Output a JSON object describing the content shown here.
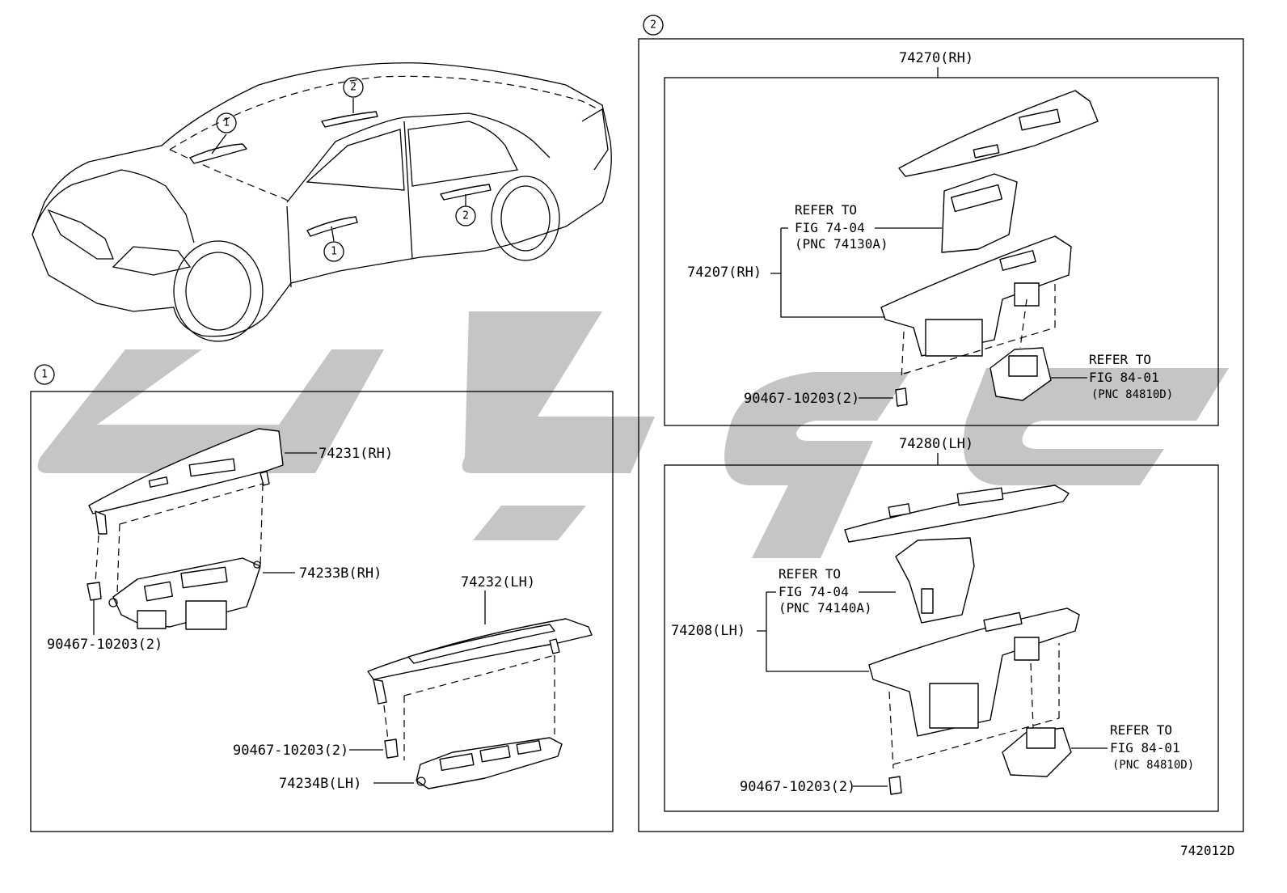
{
  "diagram_id": "742012D",
  "overview": {
    "callouts": [
      "1",
      "1",
      "2",
      "2"
    ]
  },
  "group1": {
    "index": "1",
    "parts": {
      "p74231": "74231(RH)",
      "p74233b": "74233B(RH)",
      "p74232": "74232(LH)",
      "p74234b": "74234B(LH)",
      "clip_a": "90467-10203(2)",
      "clip_b": "90467-10203(2)"
    }
  },
  "group2": {
    "index": "2",
    "rh": {
      "assembly": "74270(RH)",
      "panel": "74207(RH)",
      "clip": "90467-10203(2)",
      "ref_top": [
        "REFER TO",
        "FIG 74-04",
        "(PNC 74130A)"
      ],
      "ref_bottom": [
        "REFER TO",
        "FIG 84-01",
        "(PNC 84810D)"
      ]
    },
    "lh": {
      "assembly": "74280(LH)",
      "panel": "74208(LH)",
      "clip": "90467-10203(2)",
      "ref_top": [
        "REFER TO",
        "FIG 74-04",
        "(PNC 74140A)"
      ],
      "ref_bottom": [
        "REFER TO",
        "FIG 84-01",
        "(PNC 84810D)"
      ]
    }
  },
  "colors": {
    "ink": "#000000",
    "watermark": "#bfbfbf",
    "background": "#ffffff"
  }
}
